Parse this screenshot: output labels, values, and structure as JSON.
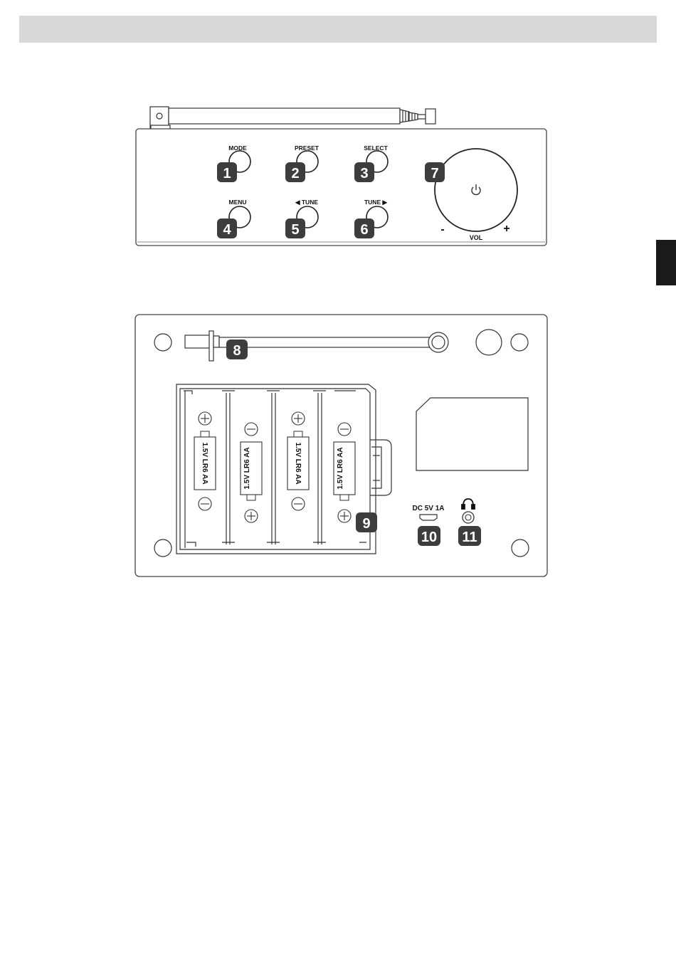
{
  "front_panel": {
    "buttons": [
      {
        "number": "1",
        "label": "MODE"
      },
      {
        "number": "2",
        "label": "PRESET"
      },
      {
        "number": "3",
        "label": "SELECT"
      },
      {
        "number": "4",
        "label": "MENU"
      },
      {
        "number": "5",
        "label": "◀ TUNE"
      },
      {
        "number": "6",
        "label": "TUNE ▶"
      }
    ],
    "volume_knob": {
      "number": "7",
      "label": "VOL",
      "minus": "-",
      "plus": "+"
    }
  },
  "back_panel": {
    "antenna_number": "8",
    "battery_compartment_number": "9",
    "dc_input": {
      "number": "10",
      "label": "DC 5V 1A"
    },
    "headphone_jack": {
      "number": "11"
    },
    "battery_label_a": "1.5V LR6 AA",
    "battery_label_b": "1.5V LR6 AA"
  },
  "icons": [
    "power-icon",
    "headphone-icon",
    "plus-sign-icon",
    "minus-sign-icon"
  ],
  "colors": {
    "badge": "#3d3d3d",
    "header_bar": "#d8d8d8",
    "side_tab": "#1a1a1a"
  }
}
